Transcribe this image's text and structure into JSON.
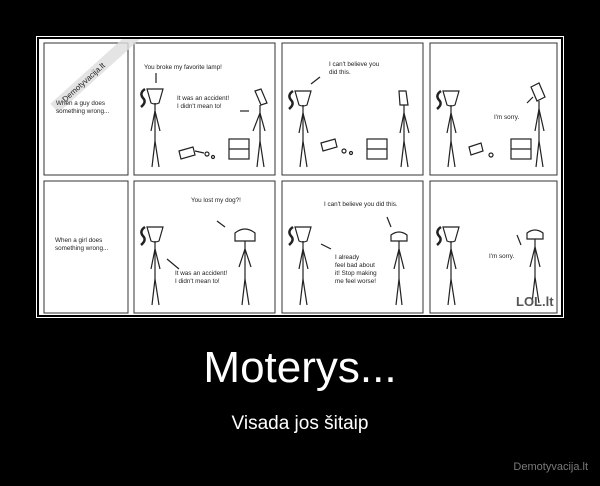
{
  "comic": {
    "watermark": "Demotyvacija.lt",
    "logo": "LOL.lt",
    "row1": {
      "label_l1": "When a guy does",
      "label_l2": "something wrong...",
      "p1_speech": "You broke my favorite lamp!",
      "p1_reply_l1": "It was an accident!",
      "p1_reply_l2": "I didn't mean to!",
      "p2_speech_l1": "I can't believe you",
      "p2_speech_l2": "did this.",
      "p3_speech": "I'm sorry."
    },
    "row2": {
      "label_l1": "When a girl does",
      "label_l2": "something wrong...",
      "p1_speech": "You lost my dog?!",
      "p1_reply_l1": "It was an accident!",
      "p1_reply_l2": "I didn't mean to!",
      "p2_speech": "I can't believe you did this.",
      "p2_reply_l1": "I already",
      "p2_reply_l2": "feel bad about",
      "p2_reply_l3": "it!  Stop making",
      "p2_reply_l4": "me feel worse!",
      "p3_speech": "I'm sorry."
    }
  },
  "title": "Moterys...",
  "subtitle": "Visada jos šitaip",
  "footer": "Demotyvacija.lt"
}
